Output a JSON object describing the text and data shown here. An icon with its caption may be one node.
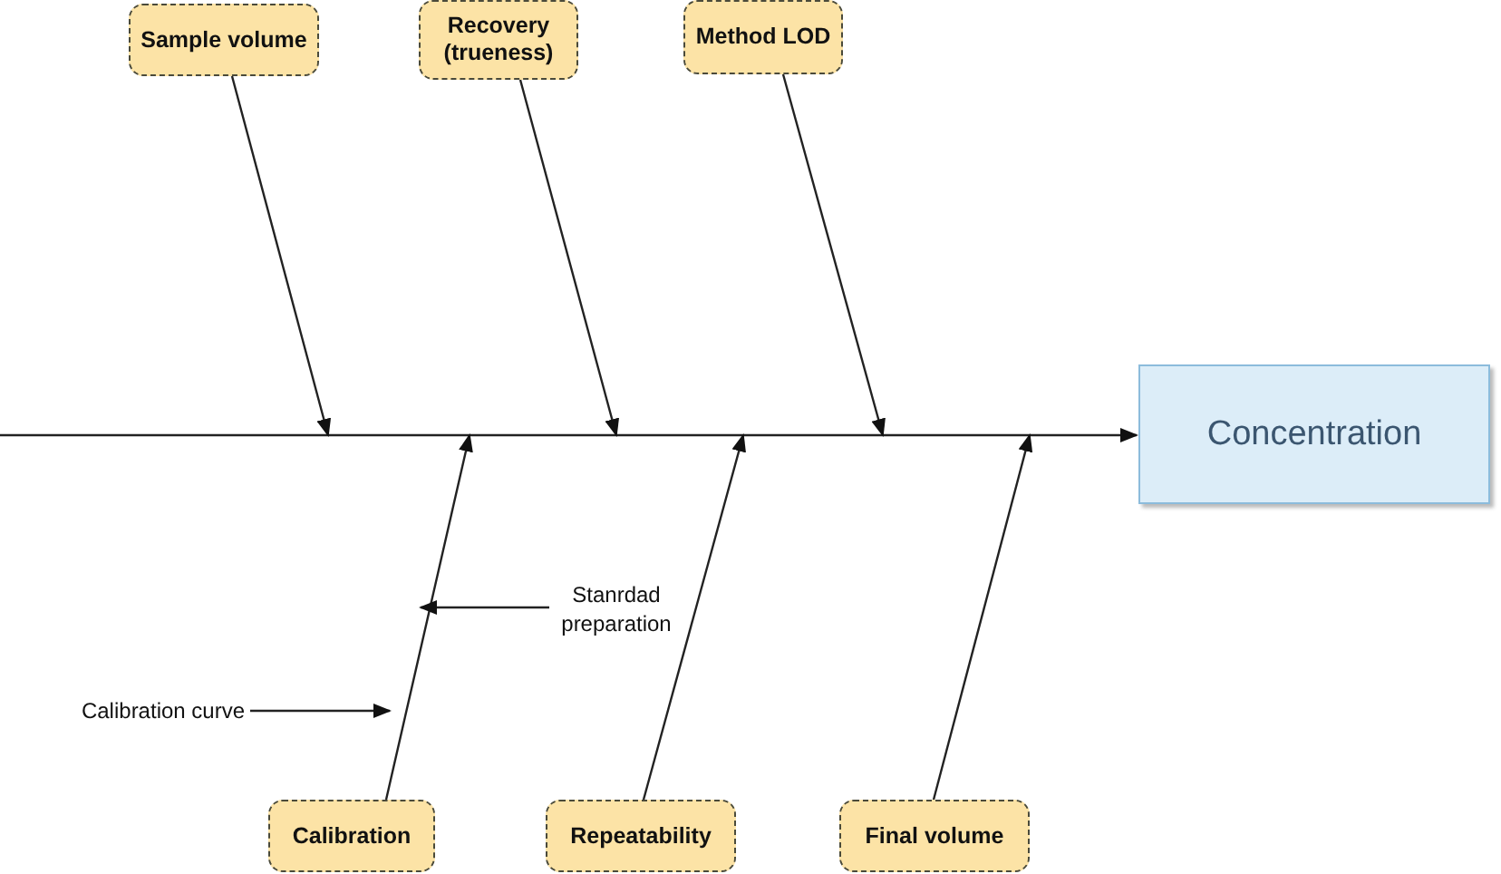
{
  "diagram": {
    "nodes": [
      {
        "text": [
          "Sample volume"
        ]
      },
      {
        "text": [
          "Recovery (trueness)"
        ]
      },
      {
        "text": [
          "Method LOD"
        ]
      },
      {
        "text": [
          "Concentration"
        ]
      },
      {
        "text": [
          "Stanrdad preparation"
        ]
      },
      {
        "text": [
          "Calibration curve"
        ]
      },
      {
        "text": [
          "Calibration"
        ]
      },
      {
        "text": [
          "Repeatability"
        ]
      },
      {
        "text": [
          "Final volume"
        ]
      }
    ],
    "edges": [
      {
        "from": null,
        "to": 3,
        "arrow": "to"
      },
      {
        "from": 0,
        "to": null,
        "arrow": "to"
      },
      {
        "from": 1,
        "to": null,
        "arrow": "to"
      },
      {
        "from": 2,
        "to": null,
        "arrow": "to"
      },
      {
        "from": 6,
        "to": null,
        "arrow": "to"
      },
      {
        "from": 7,
        "to": null,
        "arrow": "to"
      },
      {
        "from": 8,
        "to": null,
        "arrow": "to"
      },
      {
        "from": 4,
        "to": null,
        "arrow": "to"
      },
      {
        "from": 5,
        "to": null,
        "arrow": "to"
      }
    ]
  }
}
